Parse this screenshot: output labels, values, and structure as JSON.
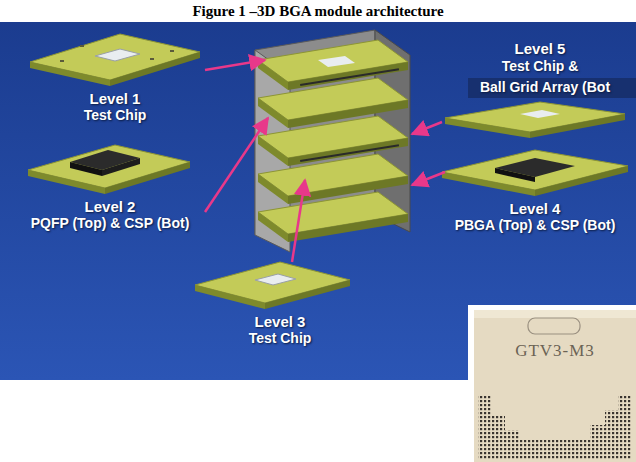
{
  "diagram": {
    "title": "Figure 1 –3D BGA module architecture",
    "labels": [
      "Level 1",
      "Test Chip",
      "Level 2",
      "PQFP (Top) & CSP (Bot)",
      "Level 3",
      "Test Chip",
      "Level 5",
      "Test Chip &",
      "Ball Grid Array (Bot",
      "Level 4",
      "PBGA (Top) & CSP (Bot)",
      "GTV3-M3"
    ]
  }
}
